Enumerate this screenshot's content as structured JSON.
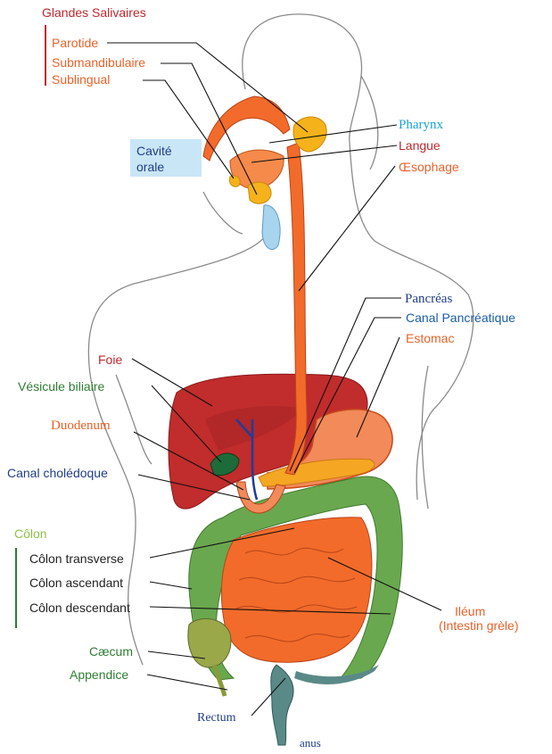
{
  "labels": {
    "glandes_salivaires": "Glandes Salivaires",
    "parotide": "Parotide",
    "submandibulaire": "Submandibulaire",
    "sublingual": "Sublingual",
    "cavite_line1": "Cavité",
    "cavite_line2": "orale",
    "pharynx": "Pharynx",
    "langue": "Langue",
    "oesophage": "Œsophage",
    "pancreas": "Pancréas",
    "canal_pancreatique": "Canal Pancréatique",
    "estomac": "Estomac",
    "foie": "Foie",
    "vesicule": "Vésicule biliaire",
    "duodenum": "Duodenum",
    "canal_choledoque": "Canal cholédoque",
    "colon": "Côlon",
    "colon_transverse": "Côlon transverse",
    "colon_ascendant": "Côlon ascendant",
    "colon_descendant": "Côlon descendant",
    "caecum": "Cæcum",
    "appendice": "Appendice",
    "ileum": "Iléum",
    "ileum_sub": "(Intestin grèle)",
    "rectum": "Rectum",
    "anus": "anus"
  },
  "colors": {
    "salivary_red": "#c1272d",
    "orange": "#e8622a",
    "cyan": "#1ba1d8",
    "navy": "#1f3d8a",
    "blue": "#1a5ea8",
    "green": "#2e7d32",
    "light_green": "#8bc34a",
    "liver": "#c12c2c",
    "intestine": "#f26b2a",
    "colon": "#6aa84f",
    "rectum": "#5a8a87",
    "cavite_bg": "#c9e6f6"
  }
}
